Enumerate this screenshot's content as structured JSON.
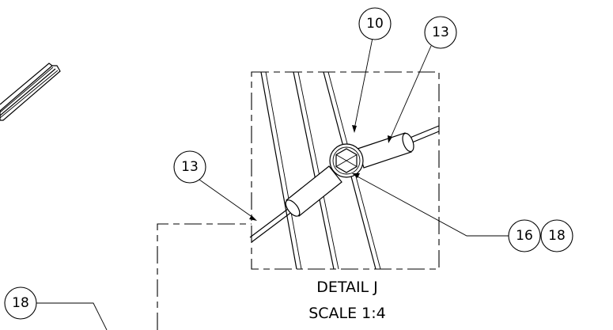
{
  "detail": {
    "title": "DETAIL J",
    "scale": "SCALE 1:4"
  },
  "balloons": [
    {
      "id": "b10",
      "label": "10"
    },
    {
      "id": "b13a",
      "label": "13"
    },
    {
      "id": "b13b",
      "label": "13"
    },
    {
      "id": "b16",
      "label": "16"
    },
    {
      "id": "b18a",
      "label": "18"
    },
    {
      "id": "b18b",
      "label": "18"
    }
  ]
}
